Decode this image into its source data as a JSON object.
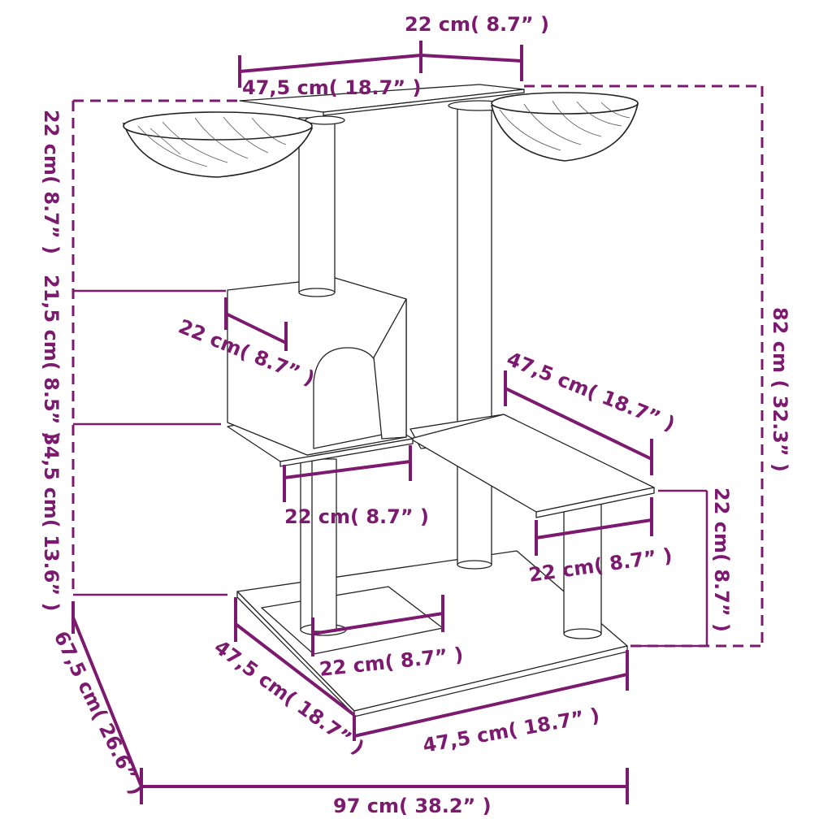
{
  "colors": {
    "dimension": "#7b1a6e",
    "outline": "#222222",
    "background": "#ffffff"
  },
  "labels": {
    "top_platform_depth": "22 cm( 8.7” )",
    "top_platform_width": "47,5 cm( 18.7” )",
    "left_top_section_height": "22 cm( 8.7” )",
    "condo_height": "21,5 cm( 8.5” )",
    "lower_section_height": "34,5 cm( 13.6” )",
    "condo_depth": "22 cm( 8.7” )",
    "condo_floor_width": "22 cm( 8.7” )",
    "right_platform_width": "47,5 cm( 18.7” )",
    "right_platform_depth": "22 cm( 8.7” )",
    "right_platform_height": "22 cm( 8.7” )",
    "total_height": "82 cm ( 32.3” )",
    "base_step_width": "22 cm( 8.7” )",
    "base_depth": "47,5 cm( 18.7” )",
    "base_width": "47,5 cm( 18.7” )",
    "total_depth": "67,5 cm( 26.6” )",
    "total_width": "97 cm( 38.2” )"
  }
}
